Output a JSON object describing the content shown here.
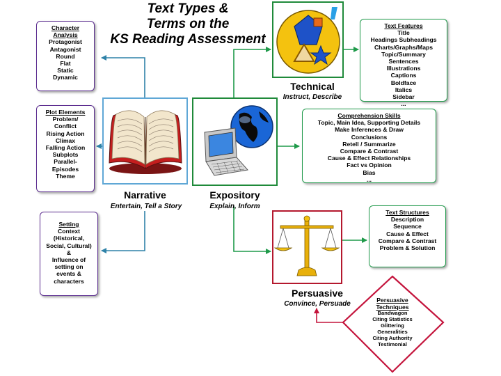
{
  "title_lines": [
    "Text Types &",
    "Terms on the",
    "KS Reading Assessment"
  ],
  "colors": {
    "purple": "#5b2c8f",
    "green": "#1f9a4a",
    "blue_arrow": "#2f82a8",
    "red": "#c4143c",
    "narrative_frame": "#5fa7d6",
    "expository_frame": "#1f8a3a",
    "persuasive_frame": "#b4182e"
  },
  "nodes": {
    "narrative": {
      "label": "Narrative",
      "subtitle": "Entertain, Tell a Story",
      "icon": "open-book-icon"
    },
    "expository": {
      "label": "Expository",
      "subtitle": "Explain, Inform",
      "icon": "computer-globe-icon"
    },
    "technical": {
      "label": "Technical",
      "subtitle": "Instruct, Describe",
      "icon": "geometric-shapes-icon"
    },
    "persuasive": {
      "label": "Persuasive",
      "subtitle": "Convince, Persuade",
      "icon": "balance-scale-icon"
    }
  },
  "boxes": {
    "character_analysis": {
      "heading": "Character Analysis",
      "lines": [
        "Protagonist",
        "Antagonist",
        "Round",
        "Flat",
        "Static",
        "Dynamic"
      ]
    },
    "plot_elements": {
      "heading": "Plot Elements",
      "lines": [
        "Problem/",
        "Conflict",
        "Rising Action",
        "Climax",
        "Falling Action",
        "Subplots",
        "Parallel-",
        "Episodes",
        "Theme"
      ]
    },
    "setting": {
      "heading": "Setting",
      "lines": [
        "Context",
        "(Historical,",
        "Social, Cultural)",
        "&",
        "Influence of",
        "setting on",
        "events &",
        "characters"
      ]
    },
    "text_features": {
      "heading": "Text Features",
      "lines": [
        "Title",
        "Headings Subheadings",
        "Charts/Graphs/Maps",
        "Topic/Summary",
        "Sentences",
        "Illustrations",
        "Captions",
        "Boldface",
        "Italics",
        "Sidebar",
        "..."
      ]
    },
    "comprehension_skills": {
      "heading": "Comprehension Skills",
      "lines": [
        "Topic, Main Idea, Supporting Details",
        "Make Inferences & Draw",
        "Conclusions",
        "Retell / Summarize",
        "Compare & Contrast",
        "Cause & Effect Relationships",
        "Fact vs Opinion",
        "Bias",
        "..."
      ]
    },
    "text_structures": {
      "heading": "Text Structures",
      "lines": [
        "Description",
        "Sequence",
        "Cause & Effect",
        "Compare & Contrast",
        "Problem & Solution"
      ]
    },
    "persuasive_techniques": {
      "heading": "Persuasive Techniques",
      "lines": [
        "Bandwagon",
        "Citing Statistics",
        "Glittering",
        "Generalities",
        "Citing Authority",
        "Testimonial"
      ]
    }
  }
}
